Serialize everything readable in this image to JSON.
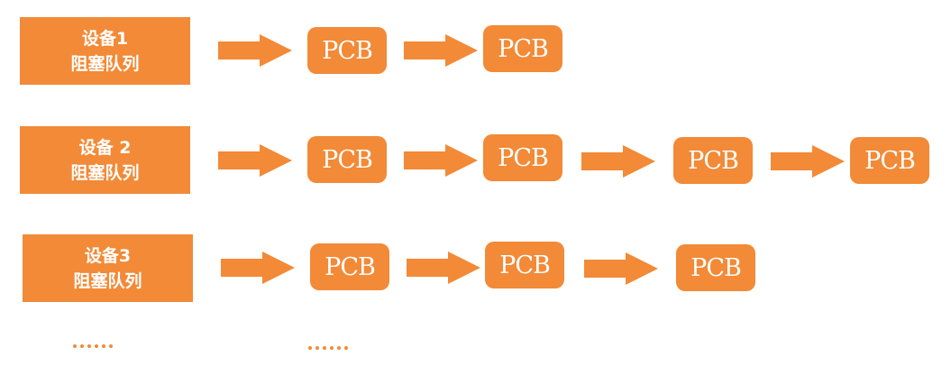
{
  "queues": [
    {
      "line1": "设备1",
      "line2": "阻塞队列",
      "pcbs": [
        "PCB",
        "PCB"
      ]
    },
    {
      "line1": "设备 2",
      "line2": "阻塞队列",
      "pcbs": [
        "PCB",
        "PCB",
        "PCB",
        "PCB"
      ]
    },
    {
      "line1": "设备3",
      "line2": "阻塞队列",
      "pcbs": [
        "PCB",
        "PCB",
        "PCB"
      ]
    }
  ],
  "colors": {
    "accent": "#f28a37",
    "text": "#ffffff"
  },
  "icons": {
    "arrow": "right-arrow-icon",
    "continuation": "ellipsis-dots"
  }
}
